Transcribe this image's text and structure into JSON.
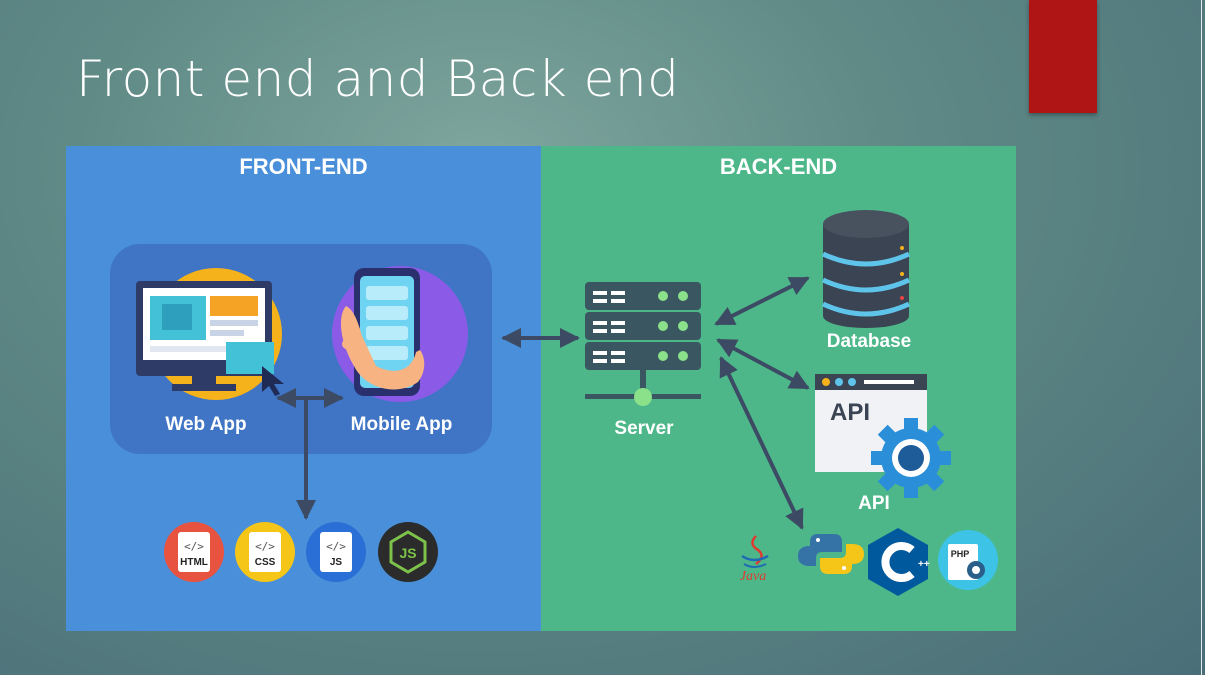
{
  "slide": {
    "title": "Front end and Back end"
  },
  "frontend": {
    "heading": "FRONT-END",
    "web_app_label": "Web App",
    "mobile_app_label": "Mobile App",
    "tech_icons": [
      "HTML",
      "CSS",
      "JS"
    ]
  },
  "backend": {
    "heading": "BACK-END",
    "server_label": "Server",
    "database_label": "Database",
    "api_label": "API",
    "api_window_text": "API",
    "lang_icons": {
      "java": "Java",
      "php": "PHP",
      "cpp": "++"
    }
  },
  "colors": {
    "frontend_panel": "#4a8fda",
    "backend_panel": "#4db78a",
    "accent": "#b01515",
    "arrow": "#3c4a63"
  }
}
